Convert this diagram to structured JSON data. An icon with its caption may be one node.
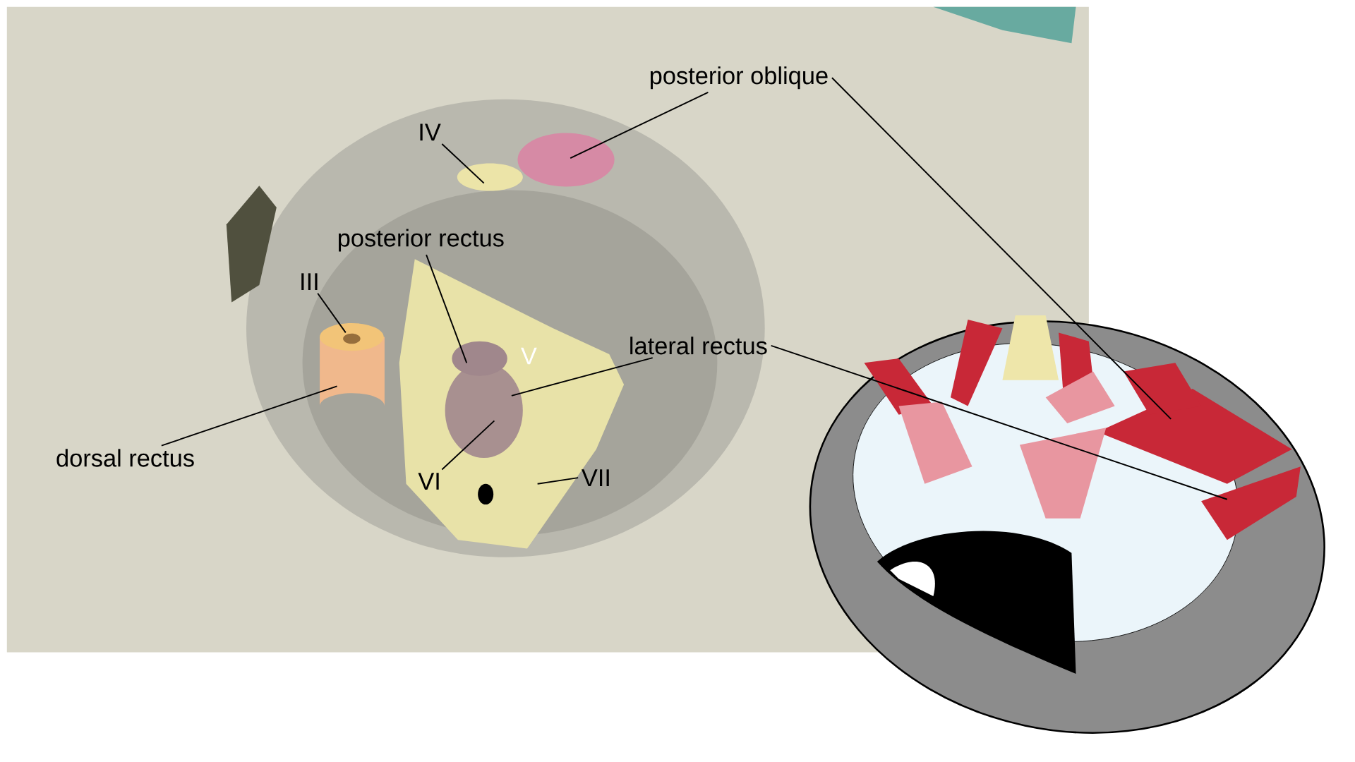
{
  "diagram": {
    "nodes": [
      {
        "text": [
          "posterior oblique"
        ]
      },
      {
        "text": [
          "IV"
        ]
      },
      {
        "text": [
          "posterior rectus"
        ]
      },
      {
        "text": [
          "III"
        ]
      },
      {
        "text": [
          "lateral rectus"
        ]
      },
      {
        "text": [
          "dorsal rectus"
        ]
      },
      {
        "text": [
          "VI"
        ]
      },
      {
        "text": [
          "VII"
        ]
      }
    ],
    "edges": [
      {
        "from": 0,
        "to": null,
        "arrow": "none"
      },
      {
        "from": 0,
        "to": null,
        "arrow": "none"
      },
      {
        "from": 1,
        "to": null,
        "arrow": "none"
      },
      {
        "from": 2,
        "to": null,
        "arrow": "none"
      },
      {
        "from": 3,
        "to": null,
        "arrow": "none"
      },
      {
        "from": 4,
        "to": null,
        "arrow": "none"
      },
      {
        "from": 4,
        "to": null,
        "arrow": "none"
      },
      {
        "from": 5,
        "to": null,
        "arrow": "none"
      },
      {
        "from": 6,
        "to": null,
        "arrow": "none"
      },
      {
        "from": 7,
        "to": null,
        "arrow": "none"
      }
    ],
    "labels": [
      "V"
    ]
  }
}
